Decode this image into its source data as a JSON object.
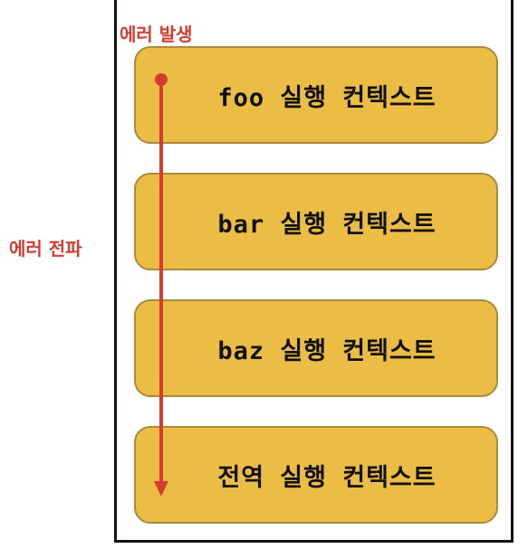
{
  "labels": {
    "error_occurred": "에러 발생",
    "error_propagation": "에러 전파"
  },
  "contexts": [
    "foo 실행 컨텍스트",
    "bar 실행 컨텍스트",
    "baz 실행 컨텍스트",
    "전역 실행 컨텍스트"
  ],
  "colors": {
    "context_fill": "#ecbd45",
    "context_border": "#a88a3a",
    "accent_red": "#d63b2f",
    "frame": "#111111"
  }
}
